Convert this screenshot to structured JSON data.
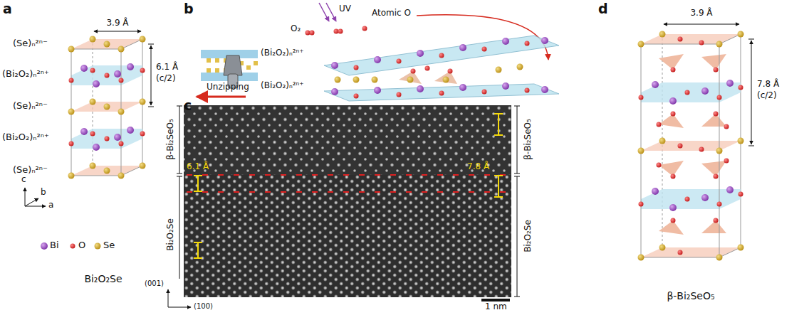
{
  "diagram": {
    "labels": [
      "a",
      "3.9 Å",
      "(Se)ₙ²ⁿ⁻",
      "6.1 Å",
      "(c/2)",
      "(Bi₂O₂)ₙ²ⁿ⁺",
      "(Se)ₙ²ⁿ⁻",
      "(Bi₂O₂)ₙ²ⁿ⁺",
      "(Se)ₙ²ⁿ⁻",
      "Bi",
      "O",
      "Se",
      "c",
      "b",
      "a",
      "Bi₂O₂Se",
      "b",
      "UV",
      "O₂",
      "Atomic O",
      "(Bi₂O₂)ₙ²ⁿ⁺",
      "(Bi₂O₂)ₙ²ⁿ⁺",
      "Unzipping",
      "c",
      "β-Bi₂SeO₅",
      "Bi₂O₂Se",
      "6.1 Å",
      "7.8 Å",
      "β-Bi₂SeO₅",
      "Bi₂O₂Se",
      "(001)",
      "(100)",
      "1 nm",
      "d",
      "3.9 Å",
      "7.8 Å",
      "(c/2)",
      "β-Bi₂SeO₅"
    ]
  }
}
